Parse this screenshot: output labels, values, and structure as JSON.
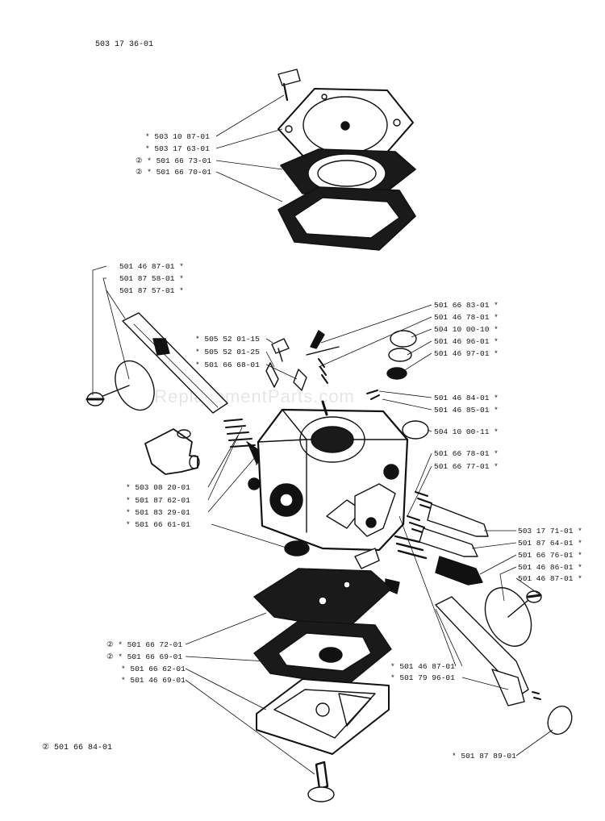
{
  "header": {
    "part_number": "503 17 36-01"
  },
  "watermark": "eReplacementParts.com",
  "footer": {
    "kit_note": "② 501 66 84-01"
  },
  "colors": {
    "ink": "#111111",
    "paper": "#ffffff"
  },
  "callouts": {
    "c01": "* 503 10 87-01",
    "c02": "* 503 17 63-01",
    "c03": "② * 501 66 73-01",
    "c04": "② * 501 66 70-01",
    "c05": "501 46 87-01 *",
    "c06": "501 87 58-01 *",
    "c07": "501 87 57-01 *",
    "c08": "* 505 52 01-15",
    "c09": "* 505 52 01-25",
    "c10": "* 501 66 68-01",
    "c11": "501 66 83-01 *",
    "c12": "501 46 78-01 *",
    "c13": "504 10 00-10 *",
    "c14": "501 46 96-01 *",
    "c15": "501 46 97-01 *",
    "c16": "501 46 84-01 *",
    "c17": "501 46 85-01 *",
    "c18": "504 10 00-11 *",
    "c19": "501 66 78-01 *",
    "c20": "501 66 77-01 *",
    "c21": "* 503 08 20-01",
    "c22": "* 501 87 62-01",
    "c23": "* 501 83 29-01",
    "c24": "* 501 66 61-01",
    "c25": "503 17 71-01 *",
    "c26": "501 87 64-01 *",
    "c27": "501 66 76-01 *",
    "c28": "501 46 86-01 *",
    "c29": "501 46 87-01 *",
    "c30": "② * 501 66 72-01",
    "c31": "② * 501 66 69-01",
    "c32": "* 501 66 62-01",
    "c33": "* 501 46 69-01",
    "c34": "* 501 46 87-01",
    "c35": "* 501 79 96-01",
    "c36": "* 501 87 89-01"
  }
}
